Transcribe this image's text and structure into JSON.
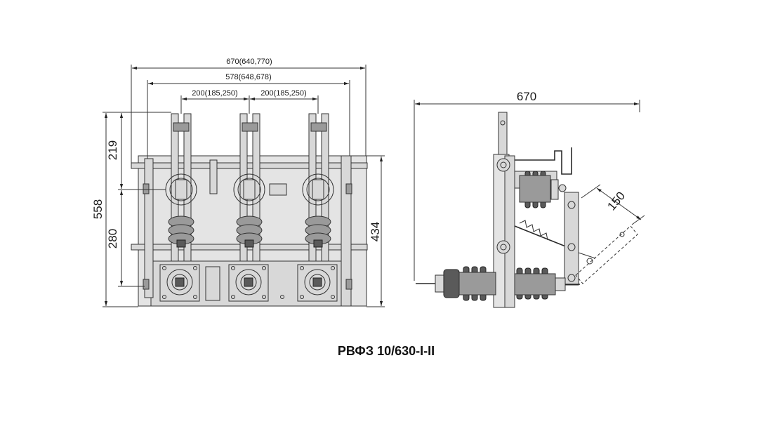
{
  "title": "РВФЗ 10/630-I-II",
  "front_view": {
    "dim_total_width": "670(640,770)",
    "dim_inner_width": "578(648,678)",
    "dim_pitch_left": "200(185,250)",
    "dim_pitch_right": "200(185,250)",
    "dim_upper_height": "219",
    "dim_overall_height": "558",
    "dim_lower_height": "280",
    "dim_frame_height": "434"
  },
  "side_view": {
    "dim_width": "670",
    "dim_blade": "150"
  }
}
